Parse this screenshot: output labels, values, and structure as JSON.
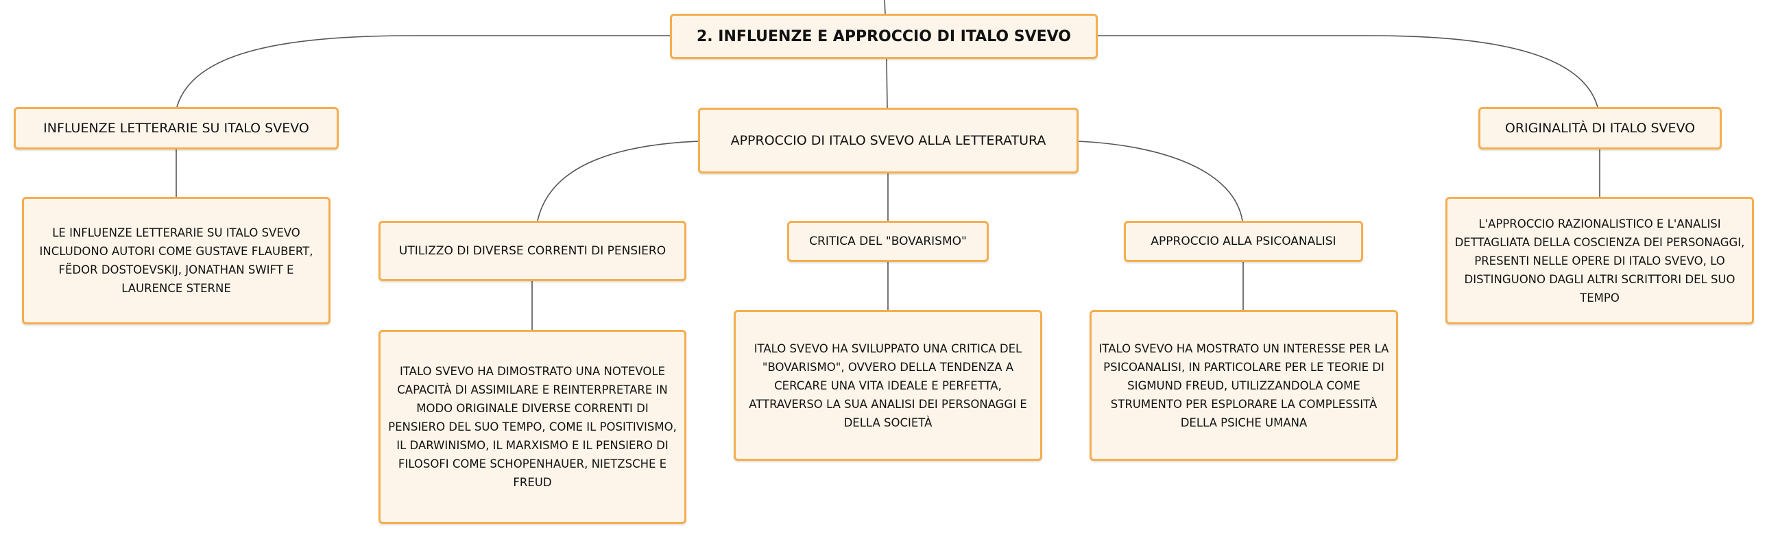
{
  "diagram": {
    "root": {
      "label": "2. INFLUENZE E APPROCCIO DI ITALO SVEVO"
    },
    "left_branch": {
      "label": "INFLUENZE LETTERARIE SU ITALO SVEVO",
      "detail": "LE INFLUENZE LETTERARIE SU ITALO SVEVO INCLUDONO AUTORI COME GUSTAVE FLAUBERT, FËDOR DOSTOEVSKIJ, JONATHAN SWIFT E LAURENCE STERNE"
    },
    "center_branch": {
      "label": "APPROCCIO DI ITALO SVEVO ALLA LETTERATURA",
      "children": [
        {
          "label": "UTILIZZO DI DIVERSE CORRENTI DI PENSIERO",
          "detail": "ITALO SVEVO HA DIMOSTRATO UNA NOTEVOLE CAPACITÀ DI ASSIMILARE E REINTERPRETARE IN MODO ORIGINALE DIVERSE CORRENTI DI PENSIERO DEL SUO TEMPO, COME IL POSITIVISMO, IL DARWINISMO, IL MARXISMO E IL PENSIERO DI FILOSOFI COME SCHOPENHAUER, NIETZSCHE E FREUD"
        },
        {
          "label": "CRITICA DEL \"BOVARISMO\"",
          "detail": "ITALO SVEVO HA SVILUPPATO UNA CRITICA DEL \"BOVARISMO\", OVVERO DELLA TENDENZA A CERCARE UNA VITA IDEALE E PERFETTA, ATTRAVERSO LA SUA ANALISI DEI PERSONAGGI E DELLA SOCIETÀ"
        },
        {
          "label": "APPROCCIO ALLA PSICOANALISI",
          "detail": "ITALO SVEVO HA MOSTRATO UN INTERESSE PER LA PSICOANALISI, IN PARTICOLARE PER LE TEORIE DI SIGMUND FREUD, UTILIZZANDOLA COME STRUMENTO PER ESPLORARE LA COMPLESSITÀ DELLA PSICHE UMANA"
        }
      ]
    },
    "right_branch": {
      "label": "ORIGINALITÀ DI ITALO SVEVO",
      "detail": "L'APPROCCIO RAZIONALISTICO E L'ANALISI DETTAGLIATA DELLA COSCIENZA DEI PERSONAGGI, PRESENTI NELLE OPERE DI ITALO SVEVO, LO DISTINGUONO DAGLI ALTRI SCRITTORI DEL SUO TEMPO"
    },
    "colors": {
      "node_fill": "#fef5ea",
      "node_border": "#f4ae4f",
      "connector": "#555555",
      "text": "#111111"
    }
  }
}
